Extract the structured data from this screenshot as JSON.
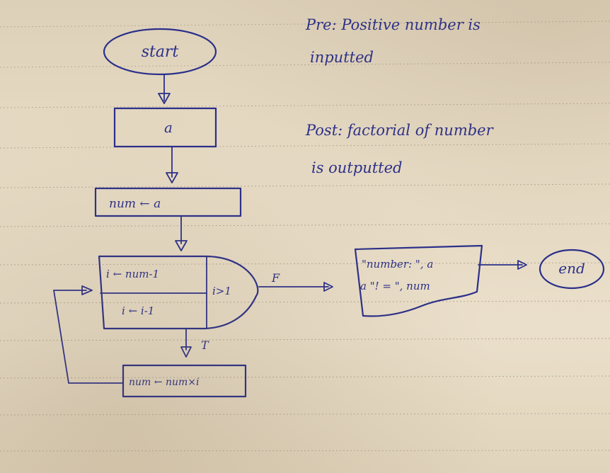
{
  "notes": {
    "pre_line1": "Pre: Positive number is",
    "pre_line2": "inputted",
    "post_line1": "Post: factorial of number",
    "post_line2": "is outputted"
  },
  "flowchart": {
    "start": "start",
    "input": "a",
    "assign": "num ← a",
    "loop_init": "i ← num-1",
    "loop_step": "i ← i-1",
    "loop_cond": "i>1",
    "true_label": "T",
    "false_label": "F",
    "loop_body": "num ← num×i",
    "output_line1": "\"number: \", a",
    "output_line2": "a \"! = \", num",
    "end": "end"
  },
  "colors": {
    "ink": "#2a2f8a",
    "paper": "#e6d9c2",
    "rule": "#b9ab95"
  }
}
